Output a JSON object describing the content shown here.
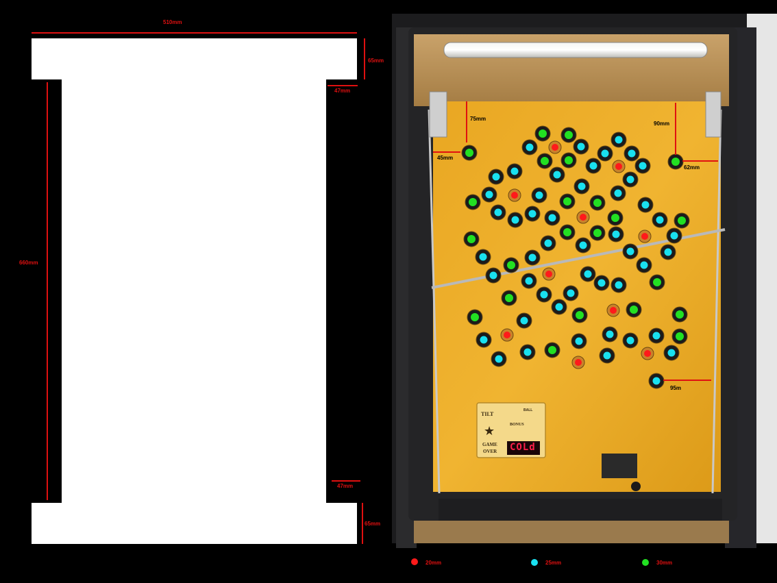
{
  "left_panel": {
    "width_label": "510mm",
    "height_label": "660mm",
    "top_band_label": "65mm",
    "bottom_band_label": "65mm",
    "inset_top_label": "47mm",
    "inset_bottom_label": "47mm"
  },
  "board": {
    "dim_75": "75mm",
    "dim_45": "45mm",
    "dim_90": "90mm",
    "dim_62": "62mm",
    "dim_95": "95m",
    "panel_text": {
      "tilt": "TILT",
      "game_over_1": "GAME",
      "game_over_2": "OVER",
      "bonus": "BONUS",
      "ball_lbl": "BALL",
      "display": "COLd"
    },
    "hole_colors": {
      "red": "#ff1a1a",
      "cyan": "#19e0f0",
      "green": "#22e022"
    },
    "holes": {
      "red": [
        [
          810,
          215
        ],
        [
          903,
          243
        ],
        [
          751,
          285
        ],
        [
          851,
          317
        ],
        [
          941,
          345
        ],
        [
          801,
          400
        ],
        [
          895,
          453
        ],
        [
          740,
          489
        ],
        [
          844,
          529
        ],
        [
          945,
          516
        ]
      ],
      "cyan": [
        [
          773,
          215
        ],
        [
          848,
          214
        ],
        [
          883,
          224
        ],
        [
          903,
          204
        ],
        [
          922,
          224
        ],
        [
          938,
          242
        ],
        [
          866,
          242
        ],
        [
          813,
          255
        ],
        [
          751,
          250
        ],
        [
          724,
          258
        ],
        [
          714,
          284
        ],
        [
          787,
          285
        ],
        [
          849,
          272
        ],
        [
          902,
          282
        ],
        [
          920,
          262
        ],
        [
          727,
          310
        ],
        [
          752,
          321
        ],
        [
          777,
          312
        ],
        [
          806,
          318
        ],
        [
          899,
          342
        ],
        [
          963,
          321
        ],
        [
          984,
          344
        ],
        [
          942,
          299
        ],
        [
          851,
          358
        ],
        [
          800,
          355
        ],
        [
          705,
          375
        ],
        [
          777,
          376
        ],
        [
          720,
          402
        ],
        [
          772,
          410
        ],
        [
          794,
          430
        ],
        [
          816,
          448
        ],
        [
          833,
          428
        ],
        [
          858,
          400
        ],
        [
          878,
          413
        ],
        [
          903,
          416
        ],
        [
          920,
          367
        ],
        [
          940,
          387
        ],
        [
          975,
          368
        ],
        [
          765,
          468
        ],
        [
          706,
          496
        ],
        [
          728,
          524
        ],
        [
          770,
          514
        ],
        [
          845,
          498
        ],
        [
          890,
          488
        ],
        [
          920,
          497
        ],
        [
          958,
          490
        ],
        [
          980,
          515
        ],
        [
          886,
          519
        ],
        [
          958,
          556
        ]
      ],
      "green": [
        [
          792,
          195
        ],
        [
          830,
          197
        ],
        [
          685,
          223
        ],
        [
          795,
          235
        ],
        [
          830,
          234
        ],
        [
          986,
          236
        ],
        [
          690,
          295
        ],
        [
          828,
          294
        ],
        [
          872,
          296
        ],
        [
          898,
          318
        ],
        [
          995,
          322
        ],
        [
          828,
          339
        ],
        [
          872,
          340
        ],
        [
          688,
          349
        ],
        [
          746,
          387
        ],
        [
          959,
          412
        ],
        [
          743,
          435
        ],
        [
          693,
          463
        ],
        [
          846,
          460
        ],
        [
          925,
          452
        ],
        [
          992,
          459
        ],
        [
          992,
          491
        ],
        [
          806,
          511
        ]
      ]
    }
  },
  "legend": [
    {
      "label": "20mm",
      "color": "#ff1a1a"
    },
    {
      "label": "25mm",
      "color": "#19e0f0"
    },
    {
      "label": "30mm",
      "color": "#22e022"
    }
  ]
}
